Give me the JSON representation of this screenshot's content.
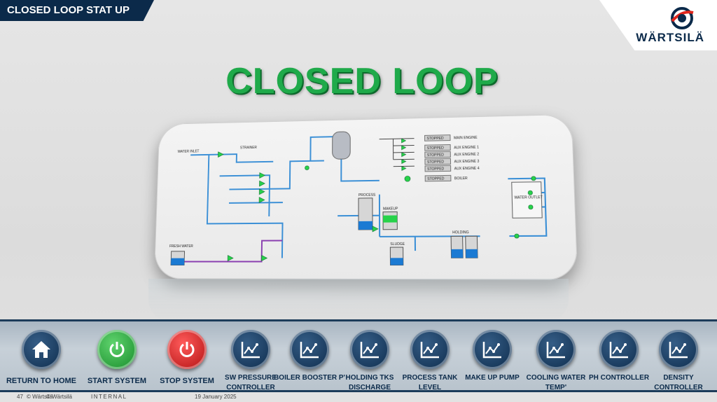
{
  "header": {
    "title": "CLOSED LOOP STAT UP",
    "logo_text": "WÄRTSILÄ"
  },
  "main": {
    "heading": "CLOSED LOOP"
  },
  "diagram": {
    "labels": {
      "water_inlet": "WATER INLET",
      "strainer": "STRAINER",
      "process": "PROCESS",
      "sludge": "SLUDGE",
      "fresh_water": "FRESH WATER",
      "makeup": "MAKEUP",
      "holding": "HOLDING",
      "water_outlet": "WATER OUTLET"
    },
    "engines": [
      {
        "status": "STOPPED",
        "name": "MAIN ENGINE"
      },
      {
        "status": "STOPPED",
        "name": "AUX ENGINE 1"
      },
      {
        "status": "STOPPED",
        "name": "AUX ENGINE 2"
      },
      {
        "status": "STOPPED",
        "name": "AUX ENGINE 3"
      },
      {
        "status": "STOPPED",
        "name": "AUX ENGINE 4"
      },
      {
        "status": "STOPPED",
        "name": "BOILER"
      }
    ]
  },
  "controls": {
    "buttons": [
      {
        "label": "Return To Home",
        "icon": "home-icon"
      },
      {
        "label": "Start system",
        "icon": "power-icon"
      },
      {
        "label": "Stop system",
        "icon": "power-icon"
      },
      {
        "label": "SW pressure controller",
        "icon": "chart-icon"
      },
      {
        "label": "Boiler Booster P'",
        "icon": "chart-icon"
      },
      {
        "label": "Holding Tks Discharge",
        "icon": "chart-icon"
      },
      {
        "label": "Process Tank Level",
        "icon": "chart-icon"
      },
      {
        "label": "Make Up Pump",
        "icon": "chart-icon"
      },
      {
        "label": "Cooling Water Temp'",
        "icon": "chart-icon"
      },
      {
        "label": "PH controller",
        "icon": "chart-icon"
      },
      {
        "label": "Density Controller",
        "icon": "chart-icon"
      }
    ]
  },
  "footer": {
    "page": "47",
    "copyright_short": "© Wärtsilä",
    "copyright": "© Wärtsilä",
    "classification": "INTERNAL",
    "date": "19 January 2025"
  }
}
